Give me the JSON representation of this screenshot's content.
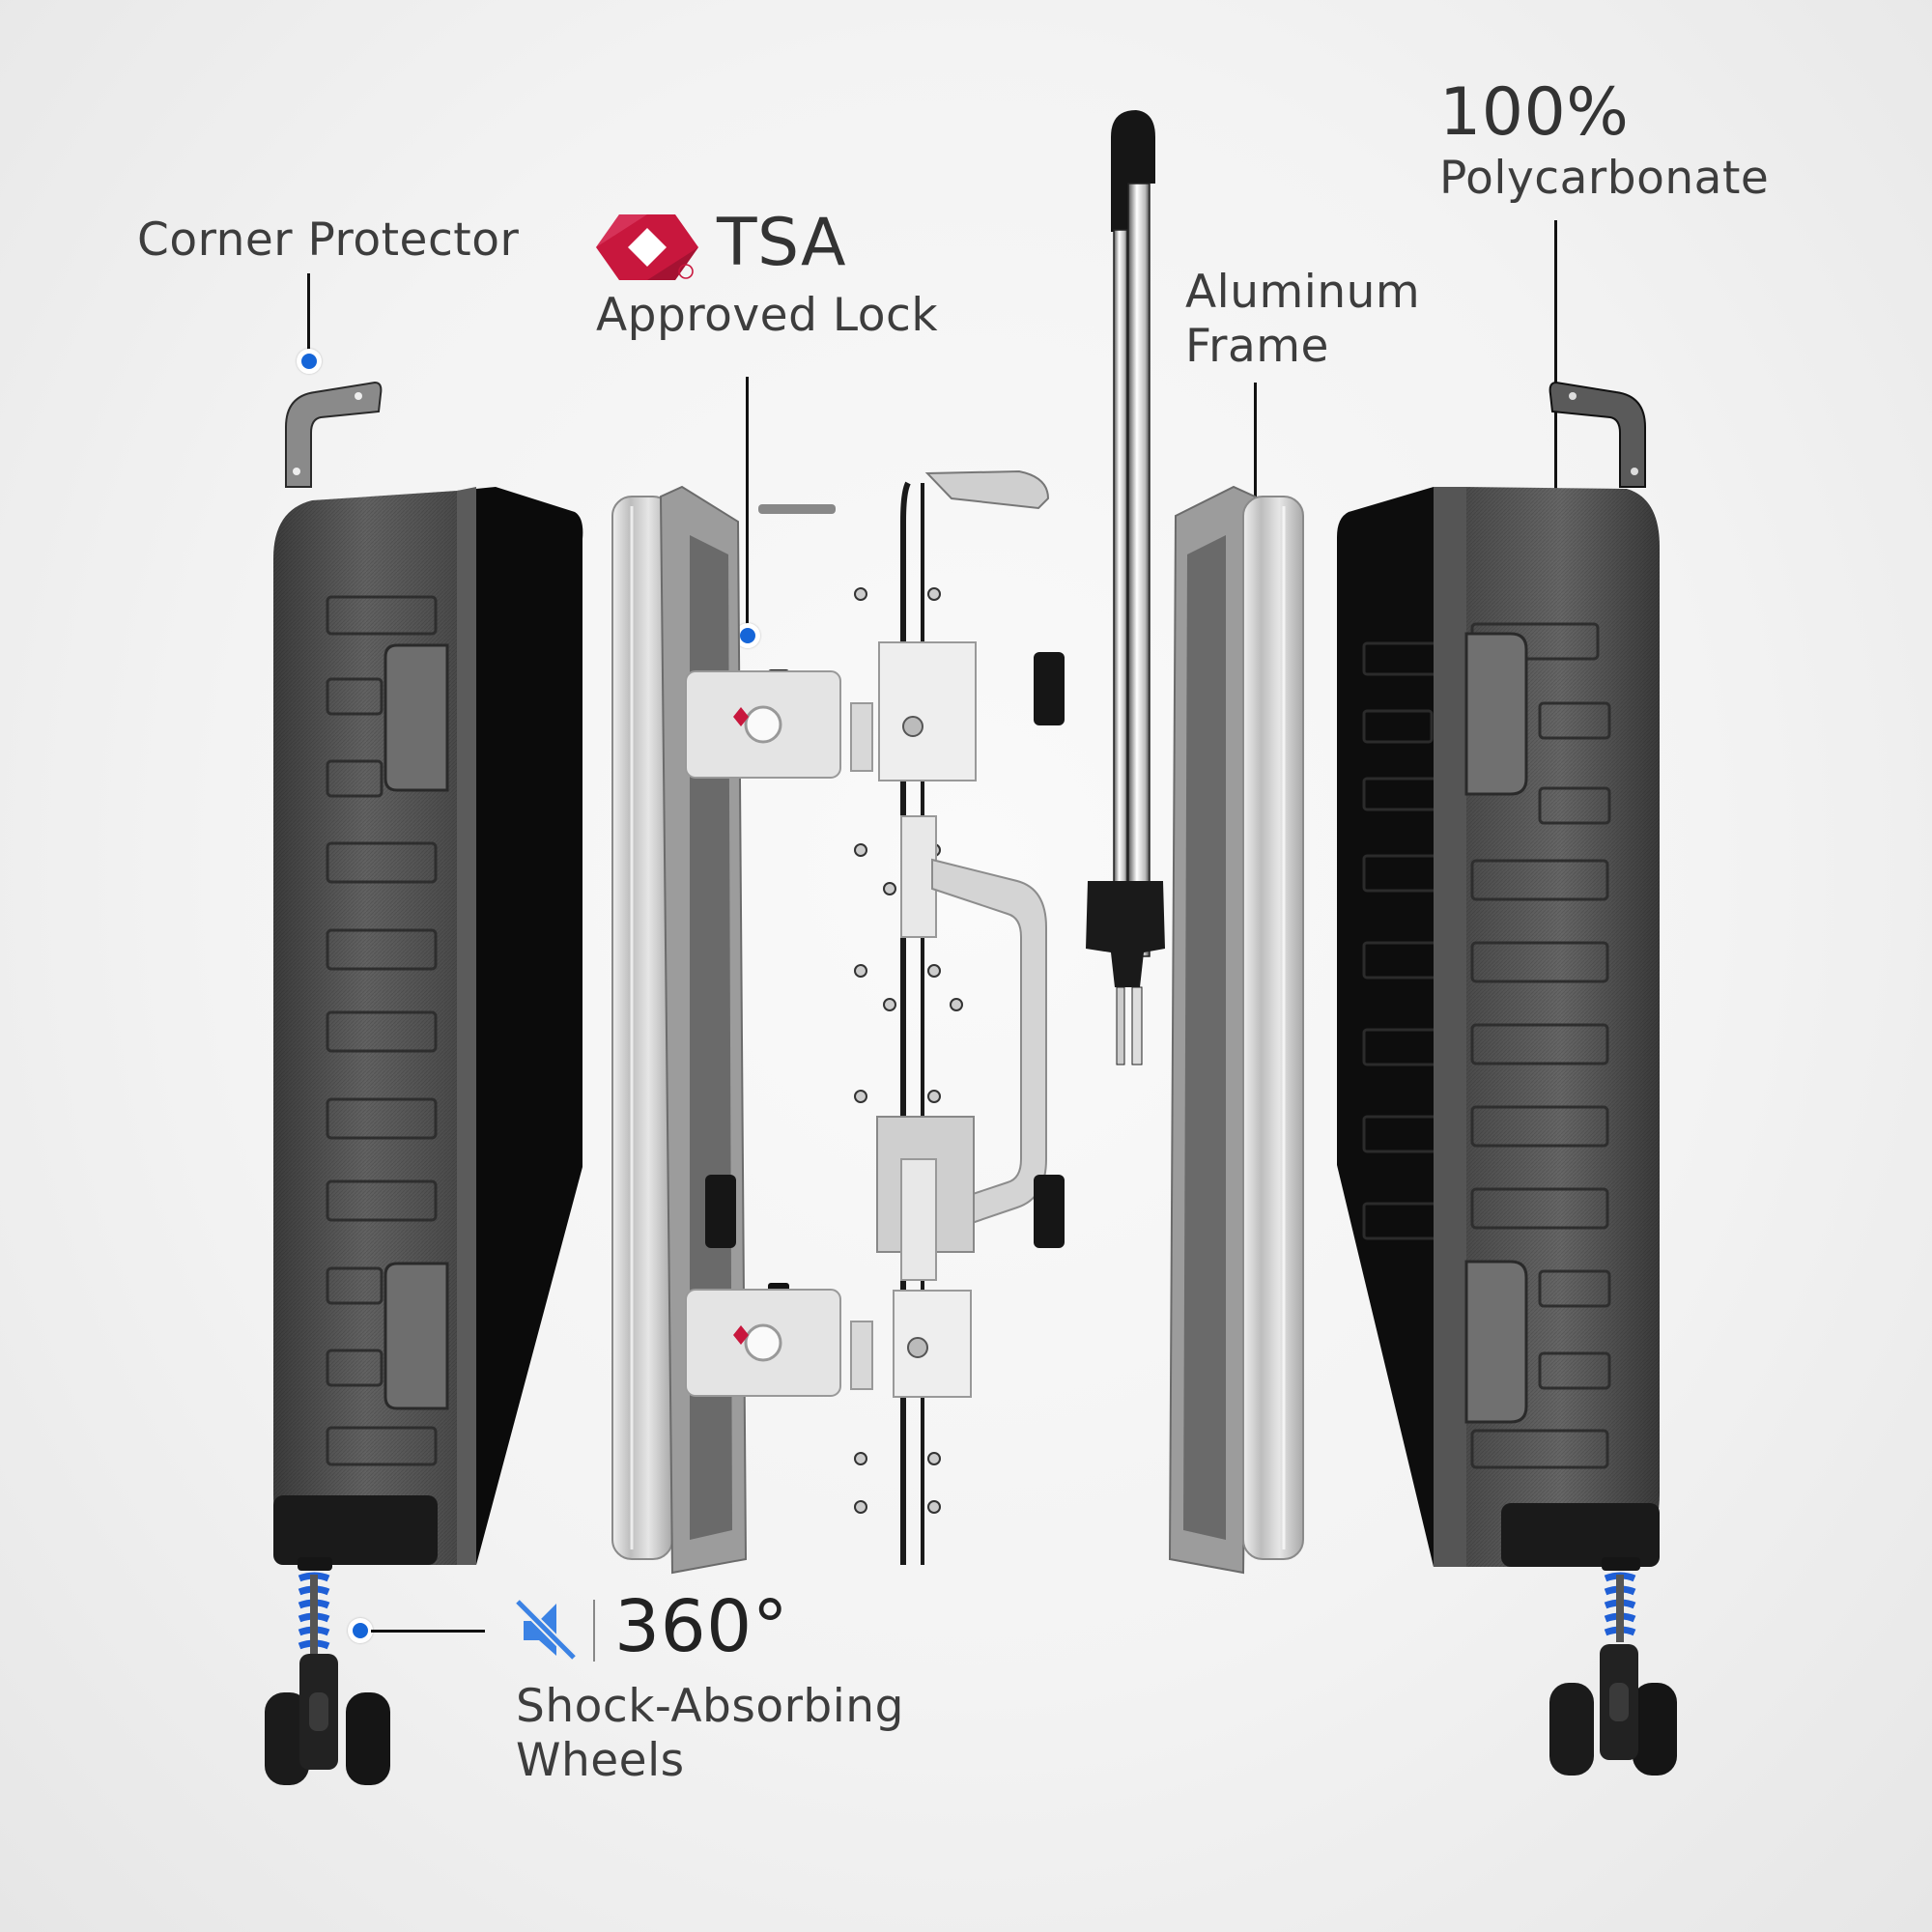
{
  "callouts": {
    "corner_protector": {
      "label": "Corner Protector"
    },
    "tsa_lock": {
      "brand": "TSA",
      "registered_mark": "®",
      "label": "Approved Lock"
    },
    "aluminum_frame": {
      "line1": "Aluminum",
      "line2": "Frame"
    },
    "polycarbonate": {
      "value": "100%",
      "label": "Polycarbonate"
    },
    "wheels": {
      "value": "360°",
      "line1": "Shock-Absorbing",
      "line2": "Wheels",
      "icon": "mute-speaker-icon"
    }
  },
  "colors": {
    "accent_dot": "#1565d8",
    "tsa_red": "#c8173d",
    "spring_blue": "#1f5fd6",
    "shell_gray": "#5a5a5a",
    "shell_dark": "#111111",
    "aluminum": "#d6d6d6",
    "background": "#f3f3f3"
  },
  "components": [
    "corner-protector-left",
    "left-shell",
    "left-aluminum-frame",
    "lock-assembly",
    "carry-handle",
    "trolley-handle",
    "right-aluminum-frame",
    "right-shell",
    "corner-protector-right",
    "spinner-wheel-left",
    "spinner-wheel-right"
  ]
}
